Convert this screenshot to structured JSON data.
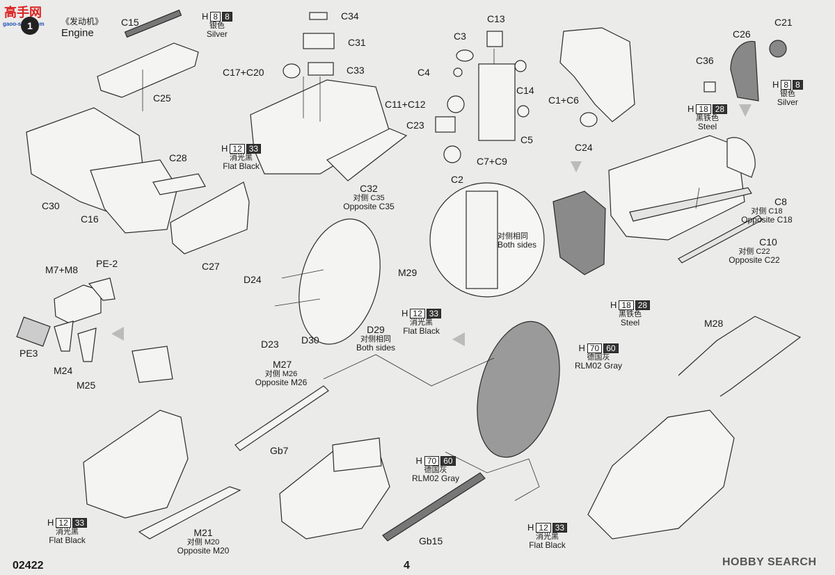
{
  "header": {
    "title_cn": "《发动机》",
    "title_en": "Engine",
    "step_number": "1",
    "watermark": "高手网",
    "watermark_url": "gaoo-shou.com"
  },
  "footer": {
    "product_code": "02422",
    "page_number": "4",
    "watermark": "HOBBY SEARCH"
  },
  "part_labels": {
    "C15": "C15",
    "C25": "C25",
    "C30": "C30",
    "C16": "C16",
    "C28": "C28",
    "C27": "C27",
    "C34": "C34",
    "C31": "C31",
    "C17C20": "C17+C20",
    "C33": "C33",
    "C32": "C32",
    "C32_cn": "对侧 C35",
    "C32_en": "Opposite C35",
    "C13": "C13",
    "C3": "C3",
    "C4": "C4",
    "C14": "C14",
    "C11C12": "C11+C12",
    "C23": "C23",
    "C5": "C5",
    "C7C9": "C7+C9",
    "C2": "C2",
    "C1C6": "C1+C6",
    "C24": "C24",
    "C26": "C26",
    "C21": "C21",
    "C36": "C36",
    "C8": "C8",
    "C8_cn": "对侧 C18",
    "C8_en": "Opposite C18",
    "C10": "C10",
    "C10_cn": "对侧 C22",
    "C10_en": "Opposite C22",
    "M7M8": "M7+M8",
    "PE2": "PE-2",
    "PE3": "PE3",
    "M24": "M24",
    "M25": "M25",
    "D24": "D24",
    "M29": "M29",
    "D23": "D23",
    "D30": "D30",
    "D29": "D29",
    "D29_cn": "对侧相同",
    "D29_en": "Both sides",
    "M27": "M27",
    "M27_cn": "对侧 M26",
    "M27_en": "Opposite M26",
    "Gb7": "Gb7",
    "Gb15": "Gb15",
    "M21": "M21",
    "M21_cn": "对侧 M20",
    "M21_en": "Opposite M20",
    "M28": "M28",
    "inset_cn": "对侧相同",
    "inset_en": "Both sides"
  },
  "paint_callouts": {
    "silver_top": {
      "h": "H",
      "code1": "8",
      "code2": "8",
      "cn": "银色",
      "en": "Silver"
    },
    "silver_right": {
      "h": "H",
      "code1": "8",
      "code2": "8",
      "cn": "银色",
      "en": "Silver"
    },
    "flatblack_1": {
      "h": "H",
      "code1": "12",
      "code2": "33",
      "cn": "消光黑",
      "en": "Flat Black"
    },
    "steel_1": {
      "h": "H",
      "code1": "18",
      "code2": "28",
      "cn": "黑铁色",
      "en": "Steel"
    },
    "steel_2": {
      "h": "H",
      "code1": "18",
      "code2": "28",
      "cn": "黑铁色",
      "en": "Steel"
    },
    "flatblack_2": {
      "h": "H",
      "code1": "12",
      "code2": "33",
      "cn": "消光黑",
      "en": "Flat Black"
    },
    "rlm02_1": {
      "h": "H",
      "code1": "70",
      "code2": "60",
      "cn": "德国灰",
      "en": "RLM02 Gray"
    },
    "rlm02_2": {
      "h": "H",
      "code1": "70",
      "code2": "60",
      "cn": "德国灰",
      "en": "RLM02 Gray"
    },
    "flatblack_3": {
      "h": "H",
      "code1": "12",
      "code2": "33",
      "cn": "消光黑",
      "en": "Flat Black"
    },
    "flatblack_4": {
      "h": "H",
      "code1": "12",
      "code2": "33",
      "cn": "消光黑",
      "en": "Flat Black"
    }
  },
  "colors": {
    "paper": "#ebebea",
    "line": "#2a2a2a",
    "part_fill": "#f4f4f2",
    "highlight_fill": "#8a8a8a",
    "hobby_red": "#d22"
  }
}
